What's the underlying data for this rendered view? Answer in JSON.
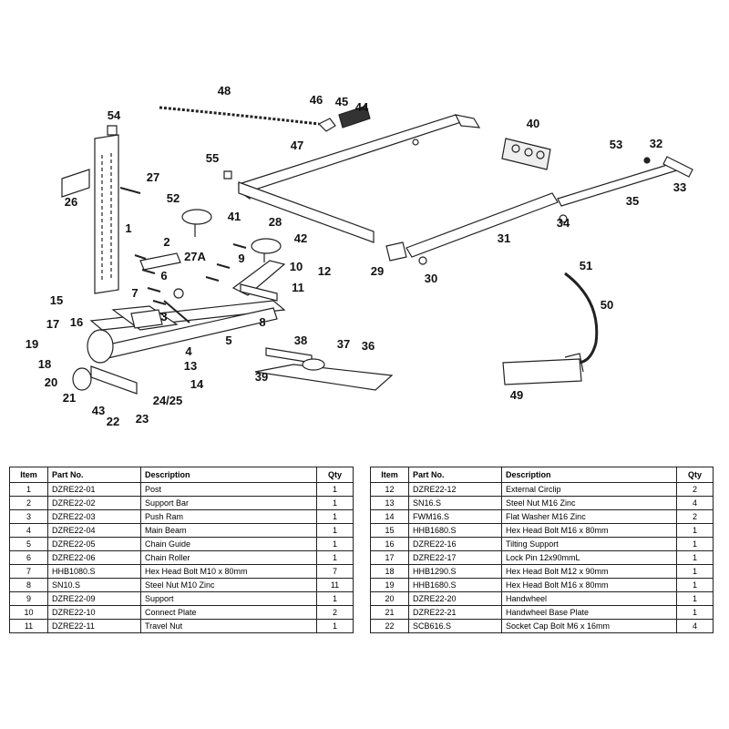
{
  "diagram": {
    "callouts": [
      "48",
      "46",
      "45",
      "44",
      "54",
      "40",
      "53",
      "32",
      "47",
      "55",
      "27",
      "26",
      "33",
      "52",
      "41",
      "35",
      "1",
      "34",
      "28",
      "42",
      "2",
      "27A",
      "31",
      "9",
      "10",
      "12",
      "29",
      "30",
      "51",
      "6",
      "11",
      "7",
      "50",
      "15",
      "3",
      "8",
      "17",
      "16",
      "5",
      "19",
      "38",
      "37",
      "36",
      "4",
      "18",
      "13",
      "39",
      "49",
      "20",
      "14",
      "21",
      "43",
      "22",
      "23",
      "24/25"
    ]
  },
  "table_headers": {
    "item": "Item",
    "part_no": "Part No.",
    "description": "Description",
    "qty": "Qty"
  },
  "parts_left": [
    {
      "item": "1",
      "part_no": "DZRE22-01",
      "description": "Post",
      "qty": "1"
    },
    {
      "item": "2",
      "part_no": "DZRE22-02",
      "description": "Support Bar",
      "qty": "1"
    },
    {
      "item": "3",
      "part_no": "DZRE22-03",
      "description": "Push Ram",
      "qty": "1"
    },
    {
      "item": "4",
      "part_no": "DZRE22-04",
      "description": "Main Beam",
      "qty": "1"
    },
    {
      "item": "5",
      "part_no": "DZRE22-05",
      "description": "Chain Guide",
      "qty": "1"
    },
    {
      "item": "6",
      "part_no": "DZRE22-06",
      "description": "Chain Roller",
      "qty": "1"
    },
    {
      "item": "7",
      "part_no": "HHB1080.S",
      "description": "Hex Head Bolt M10 x 80mm",
      "qty": "7"
    },
    {
      "item": "8",
      "part_no": "SN10.S",
      "description": "Steel Nut M10 Zinc",
      "qty": "11"
    },
    {
      "item": "9",
      "part_no": "DZRE22-09",
      "description": "Support",
      "qty": "1"
    },
    {
      "item": "10",
      "part_no": "DZRE22-10",
      "description": "Connect Plate",
      "qty": "2"
    },
    {
      "item": "11",
      "part_no": "DZRE22-11",
      "description": "Travel Nut",
      "qty": "1"
    }
  ],
  "parts_right": [
    {
      "item": "12",
      "part_no": "DZRE22-12",
      "description": "External Circlip",
      "qty": "2"
    },
    {
      "item": "13",
      "part_no": "SN16.S",
      "description": "Steel Nut M16 Zinc",
      "qty": "4"
    },
    {
      "item": "14",
      "part_no": "FWM16.S",
      "description": "Flat Washer M16 Zinc",
      "qty": "2"
    },
    {
      "item": "15",
      "part_no": "HHB1680.S",
      "description": "Hex Head Bolt M16 x 80mm",
      "qty": "1"
    },
    {
      "item": "16",
      "part_no": "DZRE22-16",
      "description": "Tilting Support",
      "qty": "1"
    },
    {
      "item": "17",
      "part_no": "DZRE22-17",
      "description": "Lock Pin 12x90mmL",
      "qty": "1"
    },
    {
      "item": "18",
      "part_no": "HHB1290.S",
      "description": "Hex Head Bolt M12 x 90mm",
      "qty": "1"
    },
    {
      "item": "19",
      "part_no": "HHB1680.S",
      "description": "Hex Head Bolt M16 x 80mm",
      "qty": "1"
    },
    {
      "item": "20",
      "part_no": "DZRE22-20",
      "description": "Handwheel",
      "qty": "1"
    },
    {
      "item": "21",
      "part_no": "DZRE22-21",
      "description": "Handwheel Base Plate",
      "qty": "1"
    },
    {
      "item": "22",
      "part_no": "SCB616.S",
      "description": "Socket Cap Bolt M6 x 16mm",
      "qty": "4"
    }
  ]
}
